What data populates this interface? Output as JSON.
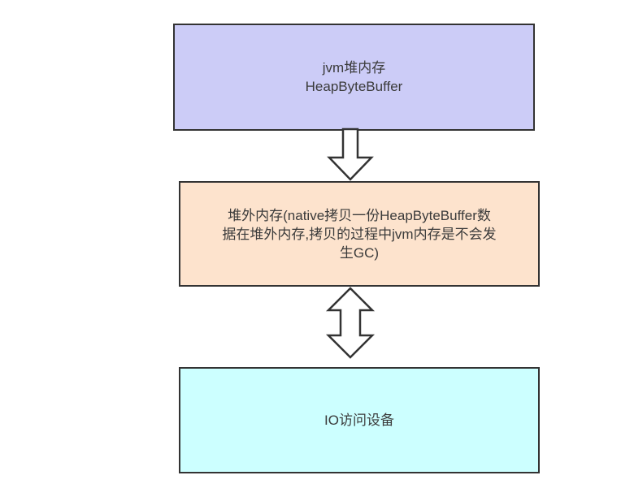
{
  "diagram": {
    "title": "jvm heap / off-heap / IO device memory copy flow",
    "background_color": "#ffffff",
    "border_color": "#333333",
    "text_color": "#3b3b3b",
    "arrow_fill_color": "#ffffff",
    "nodes": [
      {
        "id": "jvm-heap",
        "fill": "#ccccf7",
        "lines": [
          "jvm堆内存",
          "HeapByteBuffer"
        ]
      },
      {
        "id": "off-heap",
        "fill": "#fde3cd",
        "lines": [
          "堆外内存(native拷贝一份HeapByteBuffer数",
          "据在堆外内存,拷贝的过程中jvm内存是不会发",
          "生GC)"
        ]
      },
      {
        "id": "io-device",
        "fill": "#ccffff",
        "lines": [
          "IO访问设备"
        ]
      }
    ],
    "arrows": [
      {
        "id": "heap-to-offheap",
        "type": "down-arrow",
        "style": "hollow-outline"
      },
      {
        "id": "offheap-to-io",
        "type": "double-vertical-arrow",
        "style": "hollow-outline"
      }
    ]
  }
}
